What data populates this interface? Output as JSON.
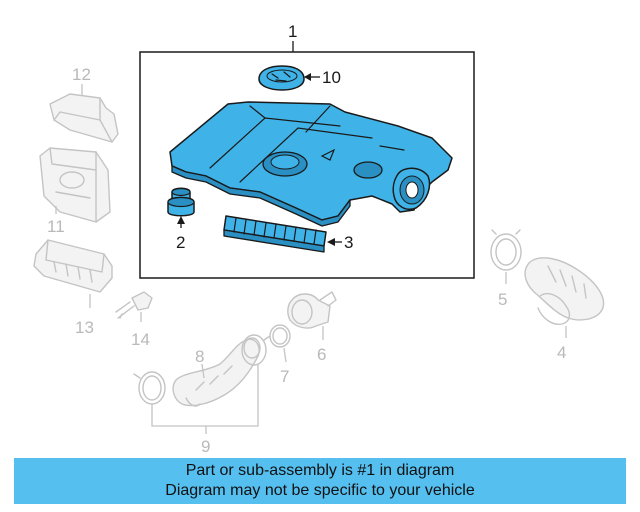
{
  "callouts": {
    "c1": "1",
    "c2": "2",
    "c3": "3",
    "c4": "4",
    "c5": "5",
    "c6": "6",
    "c7": "7",
    "c8": "8",
    "c9": "9",
    "c10": "10",
    "c11": "11",
    "c12": "12",
    "c13": "13",
    "c14": "14"
  },
  "banner": {
    "line1": "Part or sub-assembly is #1 in diagram",
    "line2": "Diagram may not be specific to your vehicle"
  },
  "colors": {
    "highlight": "#3fb3e8",
    "banner": "#55bff0",
    "ghost_parts": "#c4c4c4"
  }
}
